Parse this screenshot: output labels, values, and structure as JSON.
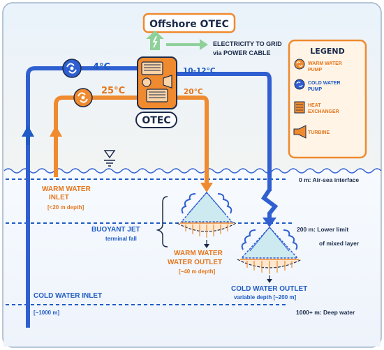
{
  "title": "Offshore OTEC",
  "otec_label": "OTEC",
  "grid_label": [
    "ELECTRICITY TO GRID",
    "via POWER CABLE"
  ],
  "temps": {
    "cold_in": "4°C",
    "warm_in": "25°C",
    "cold_out": "10-12°C",
    "warm_out": "20°C"
  },
  "legend": {
    "title": "LEGEND",
    "items": [
      {
        "icon": "warm-pump-icon",
        "lines": [
          "WARM WATER",
          "PUMP"
        ],
        "color": "#ef8a2e"
      },
      {
        "icon": "cold-pump-icon",
        "lines": [
          "COLD WATER",
          "PUMP"
        ],
        "color": "#2f5fd1"
      },
      {
        "icon": "heat-exchanger-icon",
        "lines": [
          "HEAT",
          "EXCHANGER"
        ],
        "color": "#ef8a2e"
      },
      {
        "icon": "turbine-icon",
        "lines": [
          "TURBINE"
        ],
        "color": "#ef8a2e"
      }
    ]
  },
  "labels": {
    "warm_inlet": [
      "WARM WATER",
      "INLET",
      "[<20 m depth]"
    ],
    "buoyant_jet": [
      "BUOYANT JET",
      "terminal fall"
    ],
    "warm_outlet": [
      "WARM WATER",
      "WATER OUTLET",
      "[~40 m depth]"
    ],
    "cold_outlet": [
      "COLD WATER OUTLET",
      "variable depth [~200 m]"
    ],
    "cold_inlet": [
      "COLD WATER INLET",
      "[~1000 m]"
    ]
  },
  "depths": [
    {
      "key": "surface",
      "text": "0 m: Air-sea interface"
    },
    {
      "key": "mixed",
      "text": "200 m: Lower limit",
      "text2": "of mixed layer"
    },
    {
      "key": "deep",
      "text": "1000+ m: Deep water"
    }
  ],
  "colors": {
    "warm": "#ef8a2e",
    "cold": "#2f5fd1",
    "label_blue": "#1f5bc4",
    "label_orange": "#e5761d",
    "dark": "#1b2a4a",
    "plume": "#cdeaf0",
    "grid_green": "#8fd19a",
    "legend_border": "#ef8a2e",
    "legend_bg": "#fff4e6"
  }
}
